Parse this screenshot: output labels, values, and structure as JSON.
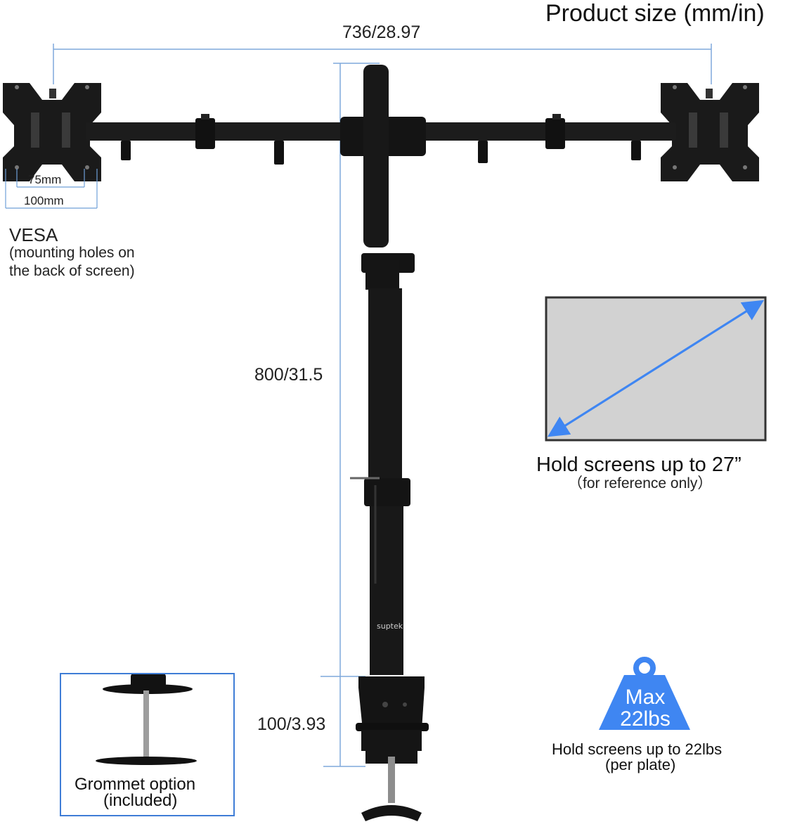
{
  "heading": "Product size (mm/in)",
  "dimensions": {
    "width": "736/28.97",
    "pole_height": "800/31.5",
    "clamp_height": "100/3.93"
  },
  "vesa": {
    "small": "75mm",
    "large": "100mm",
    "title": "VESA",
    "desc_line1": "(mounting holes on",
    "desc_line2": "the back of screen)"
  },
  "screen": {
    "title": "Hold screens up to 27”",
    "note": "（for reference only）"
  },
  "weight": {
    "badge_line1": "Max",
    "badge_line2": "22lbs",
    "desc_line1": "Hold screens up to 22lbs",
    "desc_line2": "(per plate)"
  },
  "grommet": {
    "line1": "Grommet option",
    "line2": "(included)"
  },
  "brand": "suptek",
  "colors": {
    "metal": "#161616",
    "accent_blue": "#3f86f2",
    "dimension_line": "#6f9fd8",
    "screen_gray": "#d2d2d2"
  }
}
